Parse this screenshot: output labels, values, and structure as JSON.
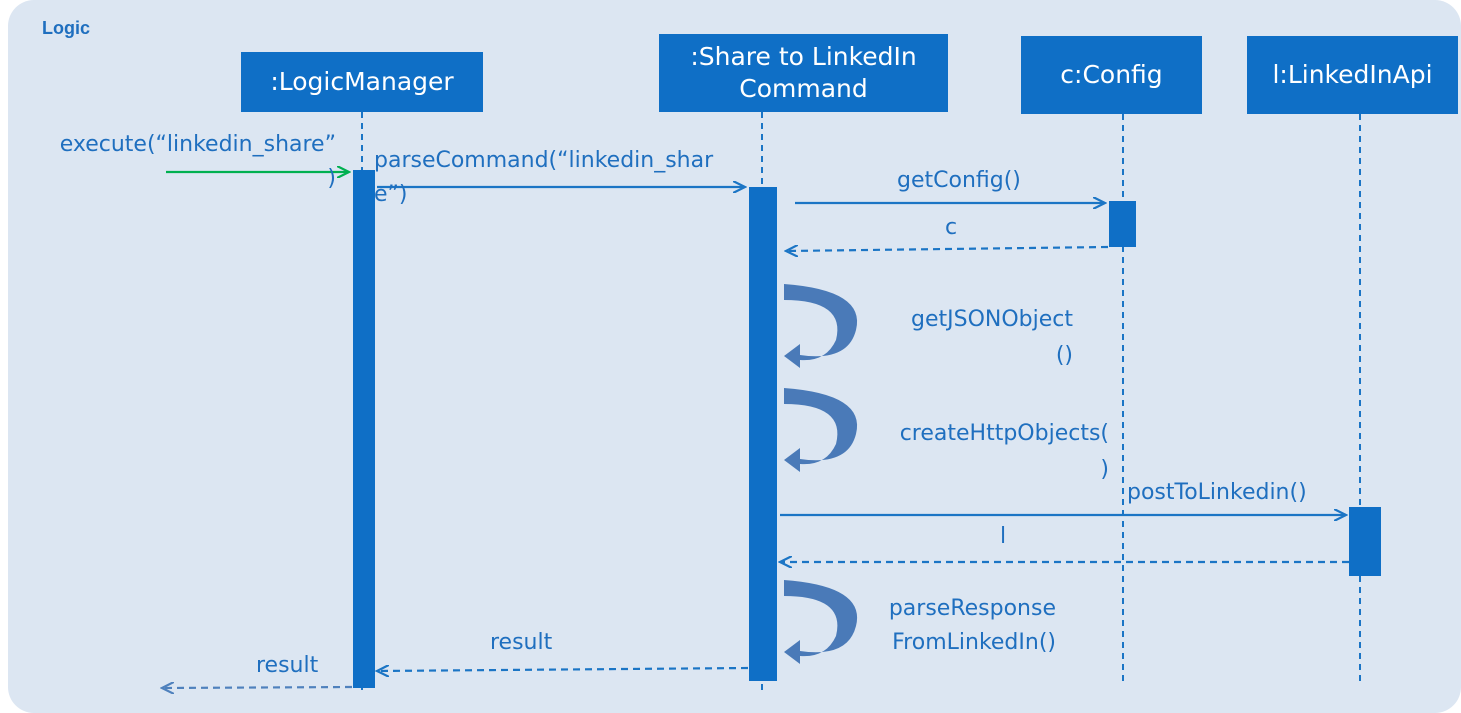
{
  "frame": {
    "title": "Logic"
  },
  "lifelines": {
    "logic_manager": ":LogicManager",
    "share_command": ":Share to LinkedIn\nCommand",
    "config": "c:Config",
    "linkedin_api": "l:LinkedInApi"
  },
  "messages": {
    "execute": "execute(“linkedin_share”\n)",
    "parse_command": "parseCommand(“linkedin_shar\ne”)",
    "get_config": "getConfig()",
    "return_c": "c",
    "get_json_object": "getJSONObject\n()",
    "create_http_objects": "createHttpObjects(\n)",
    "post_to_linkedin": "postToLinkedin()",
    "return_l": "l",
    "parse_response": "parseResponse\nFromLinkedIn()",
    "result_inner": "result",
    "result_outer": "result"
  },
  "colors": {
    "background": "#dce6f2",
    "lifeline_fill": "#0f6fc6",
    "text": "#1f6fbf",
    "found_message": "#00b050",
    "self_call_arrow": "#4a7ab8"
  }
}
